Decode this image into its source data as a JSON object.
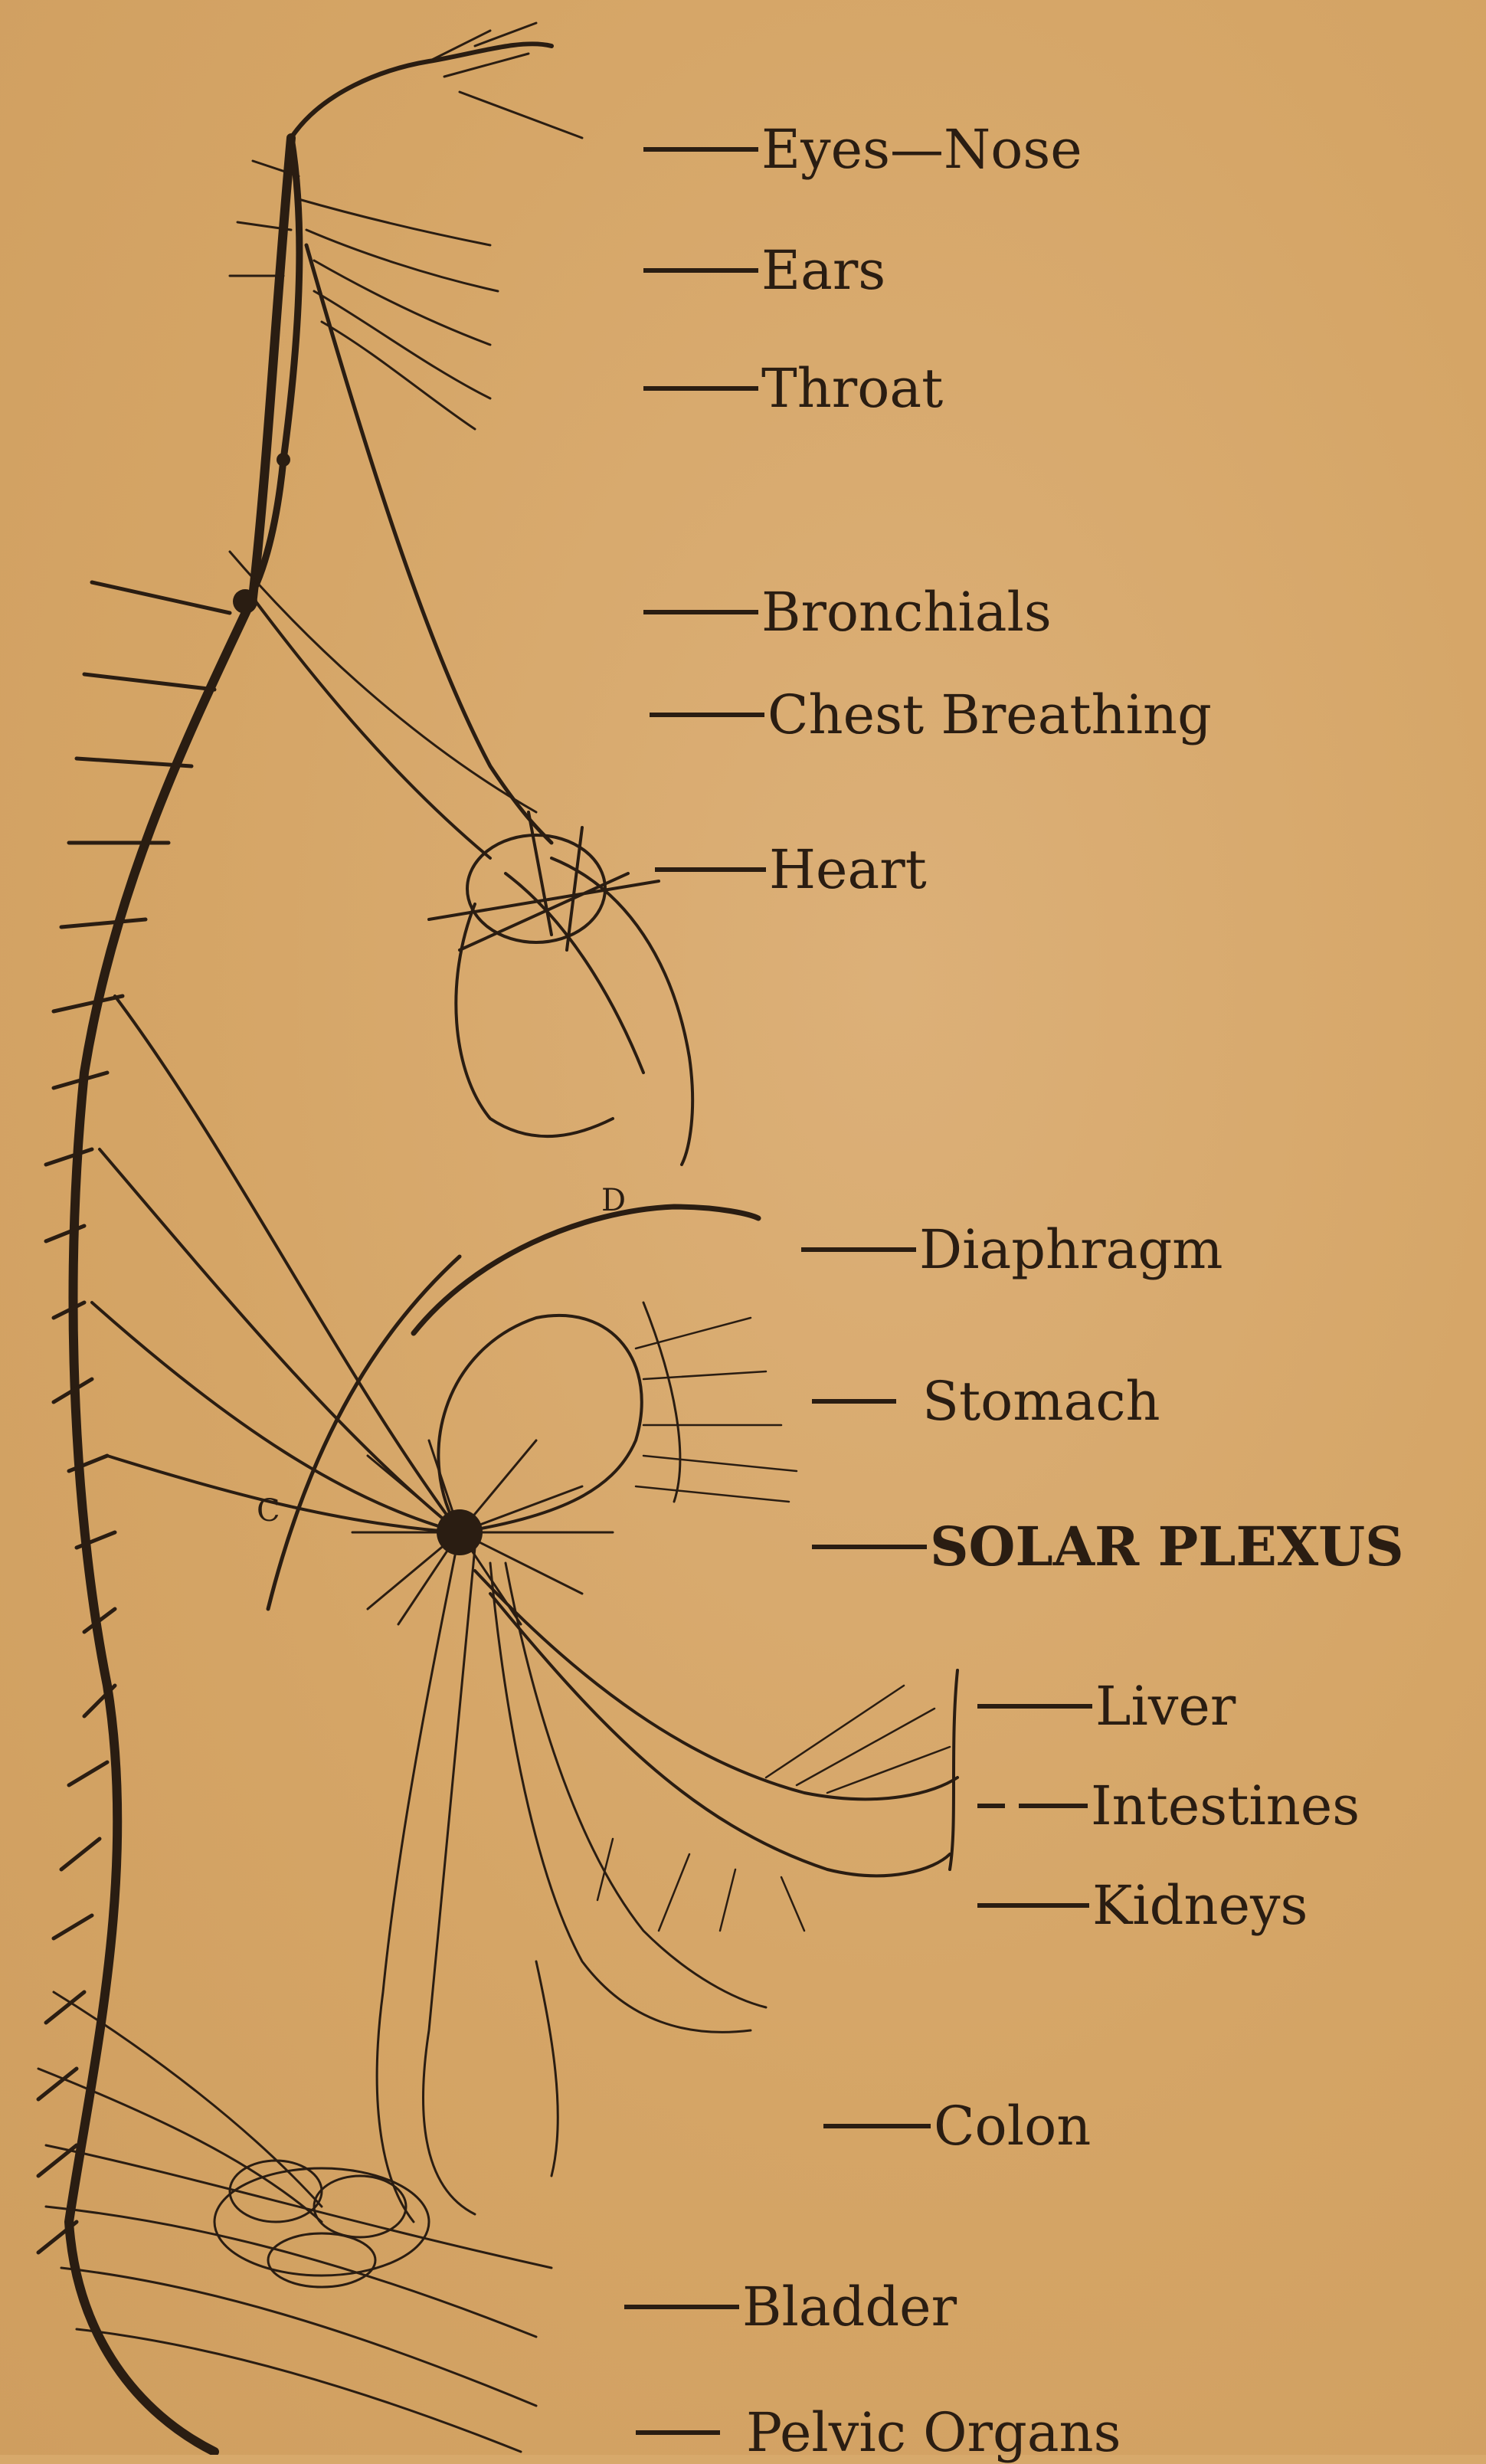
{
  "labels": {
    "eyes_nose": "Eyes—Nose",
    "ears": "Ears",
    "throat": "Throat",
    "bronchials": "Bronchials",
    "chest_breathing": "Chest Breathing",
    "heart": "Heart",
    "diaphragm": "Diaphragm",
    "stomach": "Stomach",
    "solar_plexus": "SOLAR PLEXUS",
    "liver": "Liver",
    "intestines": "Intestines",
    "kidneys": "Kidneys",
    "colon": "Colon",
    "bladder": "Bladder",
    "pelvic_organs": "Pelvic Organs"
  },
  "markers": {
    "d": "D",
    "c": "C"
  },
  "colors": {
    "paper": "#d7a96b",
    "ink": "#2a1d12"
  }
}
